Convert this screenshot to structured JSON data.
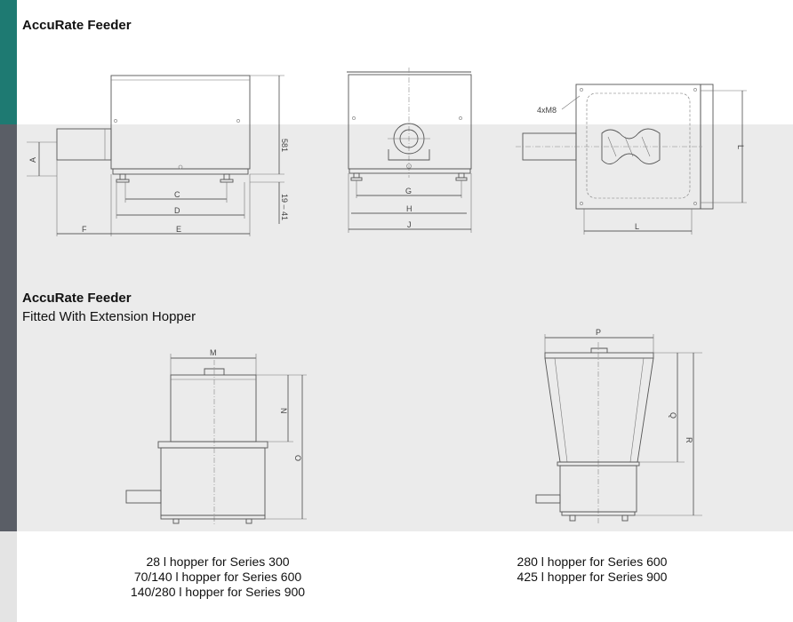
{
  "header": {
    "title": "AccuRate Feeder"
  },
  "section2": {
    "title": "AccuRate Feeder",
    "subtitle": "Fitted With Extension Hopper"
  },
  "dims_top": {
    "A": "A",
    "C": "C",
    "D": "D",
    "E": "E",
    "F": "F",
    "h581": "581",
    "h1941": "19 – 41",
    "G": "G",
    "H": "H",
    "J": "J",
    "L_side": "L",
    "L_bottom": "L",
    "bolt": "4xM8"
  },
  "dims_hopper": {
    "M": "M",
    "N": "N",
    "O": "O",
    "P": "P",
    "Q": "Q",
    "R": "R"
  },
  "captions": {
    "left": [
      "28 l hopper for Series 300",
      "70/140 l hopper for Series 600",
      "140/280 l hopper for Series 900"
    ],
    "right": [
      "280 l hopper for Series 600",
      "425 l hopper for Series 900"
    ]
  },
  "colors": {
    "teal_bar": "#1e7a72",
    "gray_bar": "#5a5e66",
    "panel_bg": "#ebebeb"
  }
}
